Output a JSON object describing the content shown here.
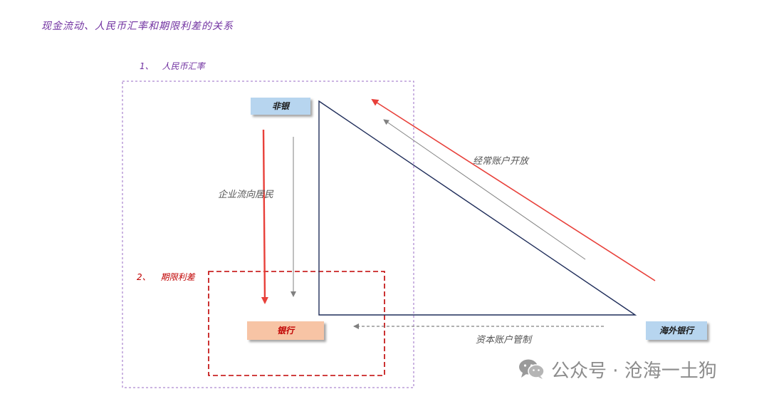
{
  "title": "现金流动、人民币汇率和期限利差的关系",
  "sections": {
    "exchange_rate": {
      "number": "1、",
      "label": "人民币汇率"
    },
    "term_spread": {
      "number": "2、",
      "label": "期限利差"
    }
  },
  "nodes": {
    "nonbank": "非银",
    "bank": "银行",
    "overseas_bank": "海外银行"
  },
  "flows": {
    "corporate_to_residents": "企业流向居民",
    "current_account_open": "经常账户开放",
    "capital_account_control": "资本账户管制"
  },
  "watermark": {
    "text": "公众号 · 沧海一土狗",
    "icon": "wechat-icon"
  },
  "colors": {
    "title": "#7030a0",
    "section1_border": "#7030a0",
    "section2_border": "#c00000",
    "red_arrow": "#e8403a",
    "gray_arrow": "#808080",
    "triangle": "#1f2d5a",
    "nonbank_fill": "#b7d5ef",
    "bank_fill": "#f7c4a5",
    "overseas_fill": "#b7d5ef"
  }
}
